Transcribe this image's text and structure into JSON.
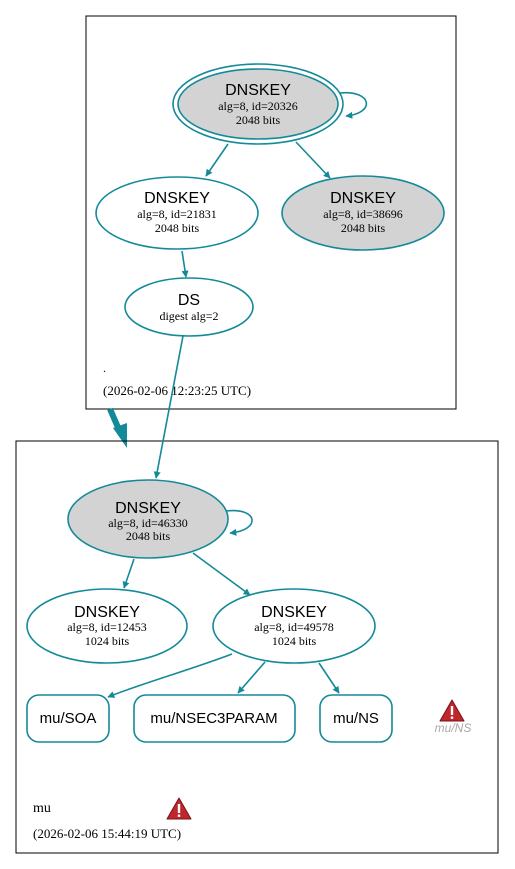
{
  "colors": {
    "edge": "#148a99",
    "ksk_fill": "#d3d3d3",
    "zsk_fill": "#ffffff",
    "warning_red": "#c0272d",
    "caption_gray": "#a9a9a9"
  },
  "root_zone": {
    "label": ".",
    "timestamp": "(2026-02-06 12:23:25 UTC)",
    "ksk": {
      "title": "DNSKEY",
      "line1": "alg=8, id=20326",
      "line2": "2048 bits"
    },
    "zsk_a": {
      "title": "DNSKEY",
      "line1": "alg=8, id=21831",
      "line2": "2048 bits"
    },
    "zsk_b": {
      "title": "DNSKEY",
      "line1": "alg=8, id=38696",
      "line2": "2048 bits"
    },
    "ds": {
      "title": "DS",
      "line1": "digest alg=2"
    }
  },
  "mu_zone": {
    "label": "mu",
    "timestamp": "(2026-02-06 15:44:19 UTC)",
    "ksk": {
      "title": "DNSKEY",
      "line1": "alg=8, id=46330",
      "line2": "2048 bits"
    },
    "zsk_a": {
      "title": "DNSKEY",
      "line1": "alg=8, id=12453",
      "line2": "1024 bits"
    },
    "zsk_b": {
      "title": "DNSKEY",
      "line1": "alg=8, id=49578",
      "line2": "1024 bits"
    },
    "rrsets": {
      "soa": "mu/SOA",
      "nsec3param": "mu/NSEC3PARAM",
      "ns": "mu/NS"
    },
    "ns_warning_caption": "mu/NS",
    "warning_icon": "warning-triangle-icon"
  }
}
